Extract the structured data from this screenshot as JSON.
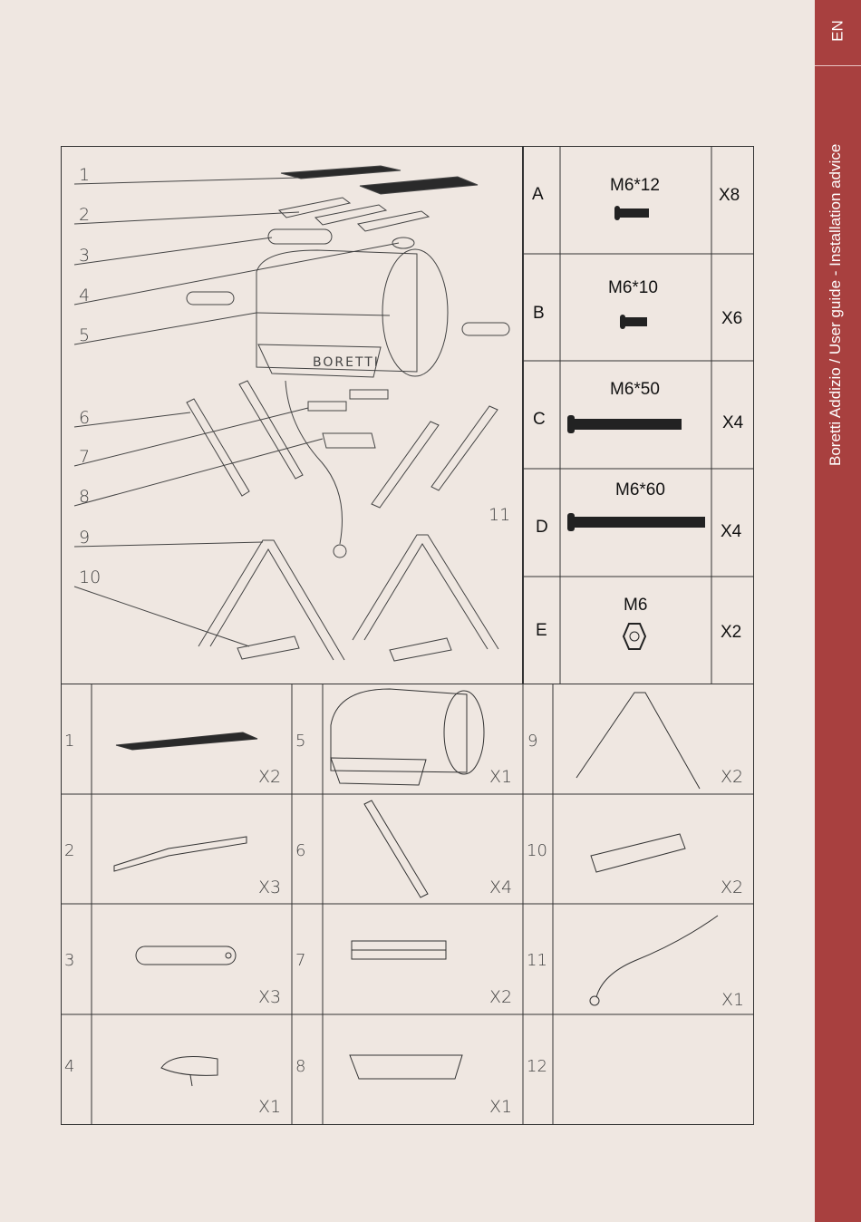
{
  "sidebar": {
    "lang": "EN",
    "title": "Boretti Addizio / User guide - Installation advice"
  },
  "exploded": {
    "callouts": [
      "1",
      "2",
      "3",
      "4",
      "5",
      "6",
      "7",
      "8",
      "9",
      "10",
      "11"
    ],
    "brand": "BORETTI"
  },
  "hardware": [
    {
      "letter": "A",
      "name": "M6*12",
      "qty": "X8",
      "icon": "short-bolt-icon"
    },
    {
      "letter": "B",
      "name": "M6*10",
      "qty": "X6",
      "icon": "short-bolt-icon"
    },
    {
      "letter": "C",
      "name": "M6*50",
      "qty": "X4",
      "icon": "long-bolt-icon"
    },
    {
      "letter": "D",
      "name": "M6*60",
      "qty": "X4",
      "icon": "long-bolt-icon"
    },
    {
      "letter": "E",
      "name": "M6",
      "qty": "X2",
      "icon": "hex-nut-icon"
    }
  ],
  "parts": [
    {
      "num": "1",
      "qty": "X2",
      "icon": "grill-grate-icon"
    },
    {
      "num": "2",
      "qty": "X3",
      "icon": "heat-shield-icon"
    },
    {
      "num": "3",
      "qty": "X3",
      "icon": "handle-icon"
    },
    {
      "num": "4",
      "qty": "X1",
      "icon": "thermometer-icon"
    },
    {
      "num": "5",
      "qty": "X1",
      "icon": "grill-body-icon"
    },
    {
      "num": "6",
      "qty": "X4",
      "icon": "leg-icon"
    },
    {
      "num": "7",
      "qty": "X2",
      "icon": "bracket-icon"
    },
    {
      "num": "8",
      "qty": "X1",
      "icon": "grease-tray-icon"
    },
    {
      "num": "9",
      "qty": "X2",
      "icon": "a-frame-icon"
    },
    {
      "num": "10",
      "qty": "X2",
      "icon": "crossbar-icon"
    },
    {
      "num": "11",
      "qty": "X1",
      "icon": "gas-hose-icon"
    },
    {
      "num": "12",
      "qty": "",
      "icon": ""
    }
  ]
}
